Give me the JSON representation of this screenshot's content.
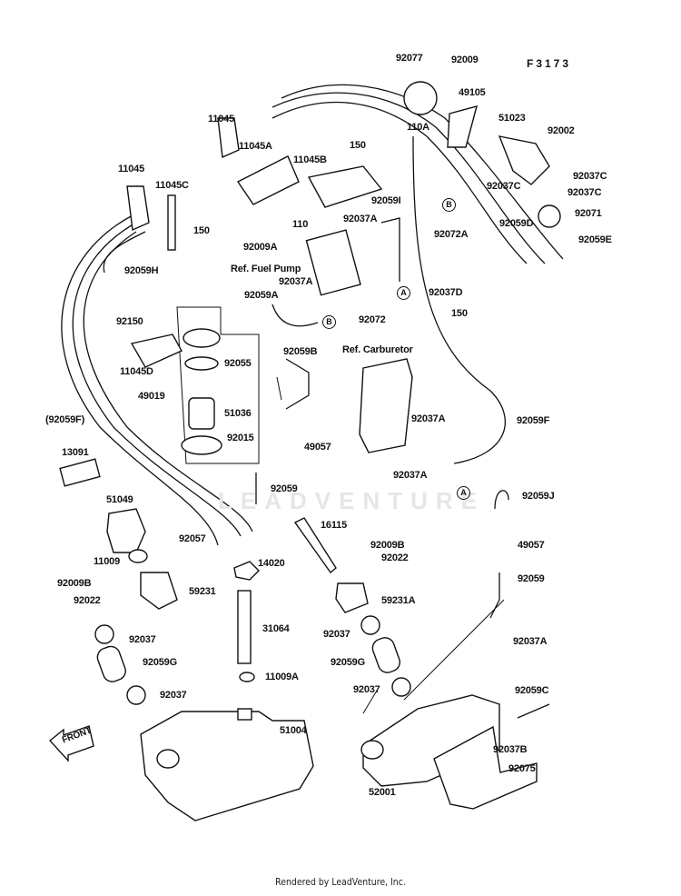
{
  "figure_id": "F3173",
  "watermark": "LEADVENTURE",
  "footer": "Rendered by LeadVenture, Inc.",
  "front_arrow": "FRONT",
  "connectors": {
    "a": "A",
    "b": "B"
  },
  "labels": {
    "p92077": "92077",
    "p92009": "92009",
    "p49105": "49105",
    "p110A": "110A",
    "p51023": "51023",
    "p92002": "92002",
    "p92037C_1": "92037C",
    "p92037C_2": "92037C",
    "p92037C_3": "92037C",
    "p92071": "92071",
    "p92059D": "92059D",
    "p92059E": "92059E",
    "p92072A": "92072A",
    "p92037D": "92037D",
    "p150_right": "150",
    "p11045_top": "11045",
    "p11045A": "11045A",
    "p150_top": "150",
    "p11045B": "11045B",
    "p11045_left": "11045",
    "p11045C": "11045C",
    "p150_left": "150",
    "p110": "110",
    "p92059I": "92059I",
    "p92037A_pump_top": "92037A",
    "p92009A": "92009A",
    "ref_fuel_pump": "Ref. Fuel Pump",
    "p92037A_pump": "92037A",
    "p92059H": "92059H",
    "p92059A": "92059A",
    "p92072": "92072",
    "p92150": "92150",
    "p11045D": "11045D",
    "p92055": "92055",
    "p92059B": "92059B",
    "ref_carburetor": "Ref. Carburetor",
    "p49019": "49019",
    "p51036": "51036",
    "p92015": "92015",
    "p49057_left": "49057",
    "p92037A_carb1": "92037A",
    "p92037A_carb2": "92037A",
    "p92059F_paren": "(92059F)",
    "p92059F": "92059F",
    "p13091": "13091",
    "p92059_mid": "92059",
    "p92059J": "92059J",
    "p51049": "51049",
    "p16115": "16115",
    "p49057_right": "49057",
    "p92057": "92057",
    "p11009": "11009",
    "p92009B_left": "92009B",
    "p92022_left": "92022",
    "p59231": "59231",
    "p14020": "14020",
    "p92009B_right": "92009B",
    "p92022_right": "92022",
    "p59231A": "59231A",
    "p92059_right": "92059",
    "p31064": "31064",
    "p92037_l1": "92037",
    "p92059G_left": "92059G",
    "p92037_l2": "92037",
    "p11009A": "11009A",
    "p92037_r1": "92037",
    "p92059G_right": "92059G",
    "p92037_r2": "92037",
    "p92037A_right": "92037A",
    "p92059C": "92059C",
    "p51004": "51004",
    "p92037B": "92037B",
    "p52001": "52001",
    "p92075": "92075"
  }
}
